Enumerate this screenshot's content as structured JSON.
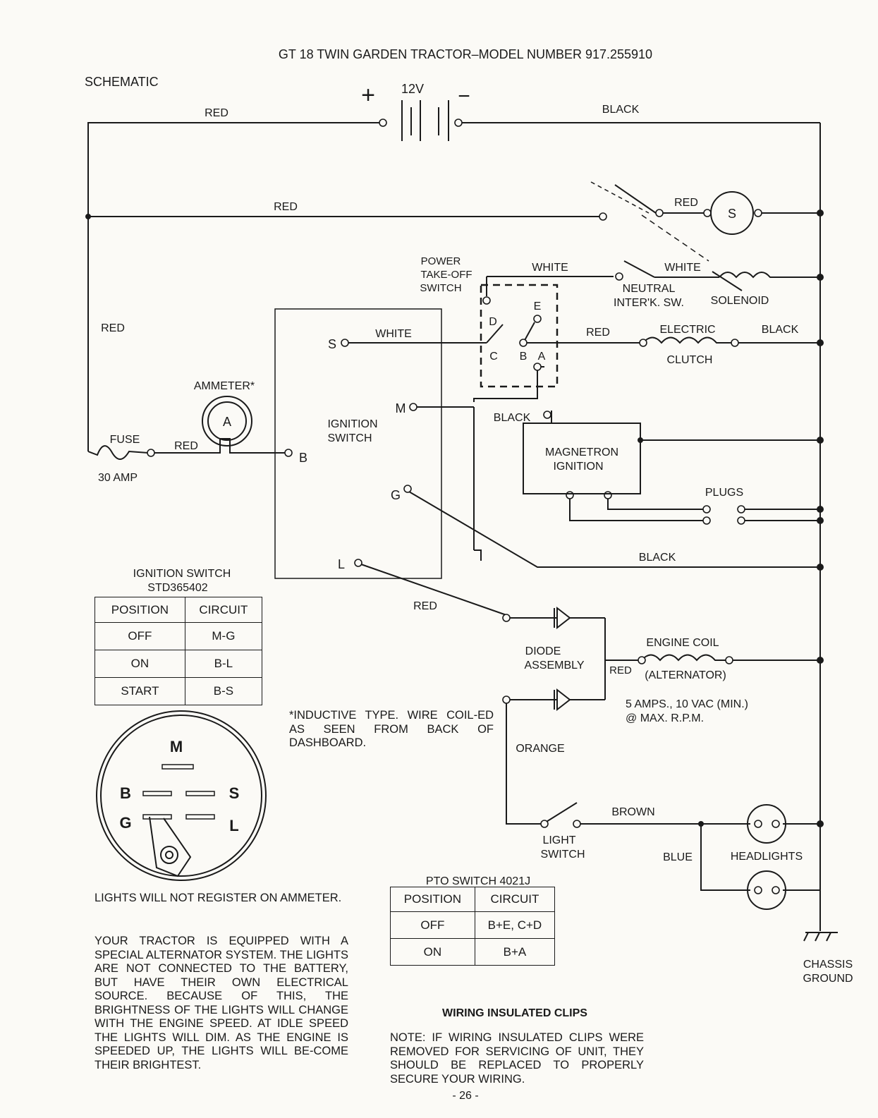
{
  "header": {
    "title": "GT 18 TWIN GARDEN TRACTOR–MODEL NUMBER 917.255910",
    "section": "SCHEMATIC"
  },
  "battery": {
    "plus": "+",
    "minus": "−",
    "voltage": "12V"
  },
  "wire_labels": {
    "red_top": "RED",
    "black_top": "BLACK",
    "red_second": "RED",
    "red_left": "RED",
    "red_starter": "RED",
    "white_pto": "WHITE",
    "white_neutral": "WHITE",
    "white_s": "WHITE",
    "red_clutch": "RED",
    "black_clutch": "BLACK",
    "black_magnetron": "BLACK",
    "red_fuse": "RED",
    "black_g": "BLACK",
    "red_l": "RED",
    "red_coil": "RED",
    "orange": "ORANGE",
    "brown": "BROWN",
    "blue": "BLUE"
  },
  "components": {
    "starter_symbol": "S",
    "neutral_switch": [
      "NEUTRAL",
      "INTER'K. SW."
    ],
    "solenoid": "SOLENOID",
    "pto_switch": [
      "POWER",
      "TAKE-OFF",
      "SWITCH"
    ],
    "pto_terminals": {
      "d": "D",
      "e": "E",
      "c": "C",
      "b": "B",
      "a": "A"
    },
    "electric_clutch": [
      "ELECTRIC",
      "CLUTCH"
    ],
    "ignition_switch": [
      "IGNITION",
      "SWITCH"
    ],
    "ignition_terminals": {
      "s": "S",
      "m": "M",
      "g": "G",
      "l": "L",
      "b": "B"
    },
    "ammeter": "AMMETER*",
    "ammeter_symbol": "A",
    "fuse": "FUSE",
    "fuse_rating": "30 AMP",
    "magnetron": [
      "MAGNETRON",
      "IGNITION"
    ],
    "plugs": "PLUGS",
    "diode_assembly": [
      "DIODE",
      "ASSEMBLY"
    ],
    "engine_coil": [
      "ENGINE COIL",
      "(ALTERNATOR)"
    ],
    "coil_rating": [
      "5 AMPS., 10 VAC (MIN.)",
      "@ MAX. R.P.M."
    ],
    "light_switch": [
      "LIGHT",
      "SWITCH"
    ],
    "headlights": "HEADLIGHTS",
    "chassis_ground": [
      "CHASSIS",
      "GROUND"
    ]
  },
  "ignition_table": {
    "title": "IGNITION SWITCH",
    "part": "STD365402",
    "headers": [
      "POSITION",
      "CIRCUIT"
    ],
    "rows": [
      [
        "OFF",
        "M-G"
      ],
      [
        "ON",
        "B-L"
      ],
      [
        "START",
        "B-S"
      ]
    ]
  },
  "switch_face": {
    "m": "M",
    "b": "B",
    "s": "S",
    "g": "G",
    "l": "L"
  },
  "inductive_note": "*INDUCTIVE TYPE. WIRE COIL-ED AS SEEN FROM BACK OF DASHBOARD.",
  "pto_table": {
    "title": "PTO SWITCH 4021J",
    "headers": [
      "POSITION",
      "CIRCUIT"
    ],
    "rows": [
      [
        "OFF",
        "B+E, C+D"
      ],
      [
        "ON",
        "B+A"
      ]
    ]
  },
  "lights_note": "LIGHTS WILL NOT REGISTER ON AMMETER.",
  "alternator_note": "YOUR TRACTOR IS EQUIPPED WITH A SPECIAL ALTERNATOR SYSTEM. THE LIGHTS ARE NOT CONNECTED TO THE BATTERY, BUT HAVE THEIR OWN ELECTRICAL SOURCE. BECAUSE OF THIS, THE BRIGHTNESS OF THE LIGHTS WILL CHANGE WITH THE ENGINE SPEED. AT IDLE SPEED THE LIGHTS WILL DIM. AS THE ENGINE IS SPEEDED UP, THE LIGHTS WILL BE-COME THEIR BRIGHTEST.",
  "clips": {
    "title": "WIRING INSULATED CLIPS",
    "note": "NOTE: IF WIRING INSULATED CLIPS WERE REMOVED FOR SERVICING OF UNIT, THEY SHOULD BE REPLACED TO PROPERLY SECURE YOUR WIRING."
  },
  "page_number": "- 26 -"
}
